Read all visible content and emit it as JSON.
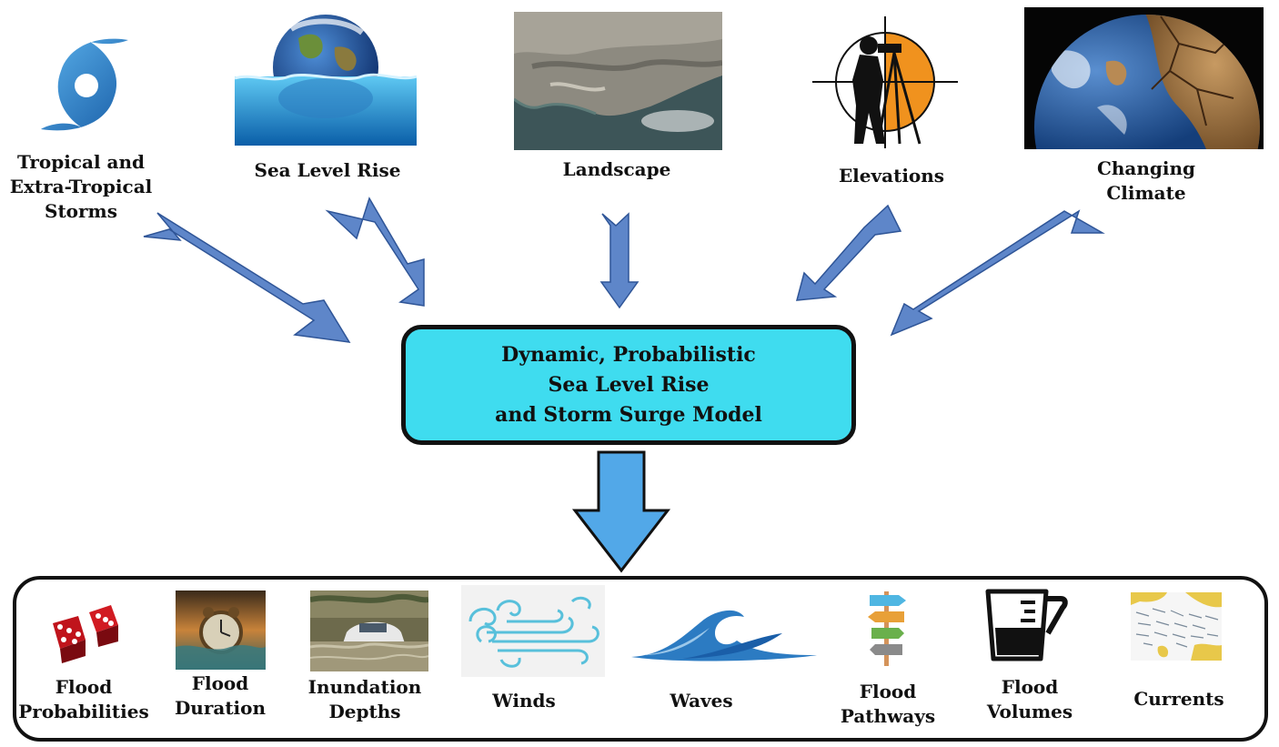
{
  "inputs": [
    {
      "id": "storms",
      "lines": [
        "Tropical and",
        "Extra-Tropical",
        "Storms"
      ]
    },
    {
      "id": "slr",
      "lines": [
        "Sea Level Rise"
      ]
    },
    {
      "id": "landscape",
      "lines": [
        "Landscape"
      ]
    },
    {
      "id": "elevations",
      "lines": [
        "Elevations"
      ]
    },
    {
      "id": "climate",
      "lines": [
        "Changing",
        "Climate"
      ]
    }
  ],
  "model": {
    "line1": "Dynamic, Probabilistic",
    "line2": "Sea Level Rise",
    "line3": "and Storm Surge Model"
  },
  "outputs": [
    {
      "id": "probabilities",
      "lines": [
        "Flood",
        "Probabilities"
      ]
    },
    {
      "id": "duration",
      "lines": [
        "Flood",
        "Duration"
      ]
    },
    {
      "id": "depths",
      "lines": [
        "Inundation",
        "Depths"
      ]
    },
    {
      "id": "winds",
      "lines": [
        "Winds"
      ]
    },
    {
      "id": "waves",
      "lines": [
        "Waves"
      ]
    },
    {
      "id": "pathways",
      "lines": [
        "Flood",
        "Pathways"
      ]
    },
    {
      "id": "volumes",
      "lines": [
        "Flood",
        "Volumes"
      ]
    },
    {
      "id": "currents",
      "lines": [
        "Currents"
      ]
    }
  ],
  "colors": {
    "arrow": "#5e86c9",
    "arrow_dark": "#2f5597",
    "model_box": "#3fdcef",
    "down_arrow": "#52a8e8"
  },
  "icons": {
    "storms": "hurricane-icon",
    "slr": "earth-water-icon",
    "landscape": "aerial-landscape-photo",
    "elevations": "surveyor-icon",
    "climate": "cracked-earth-icon",
    "probabilities": "dice-icon",
    "duration": "clock-water-icon",
    "depths": "flooded-car-photo",
    "winds": "wind-swirl-icon",
    "waves": "wave-icon",
    "pathways": "signpost-icon",
    "volumes": "measuring-jug-icon",
    "currents": "current-map-icon"
  }
}
